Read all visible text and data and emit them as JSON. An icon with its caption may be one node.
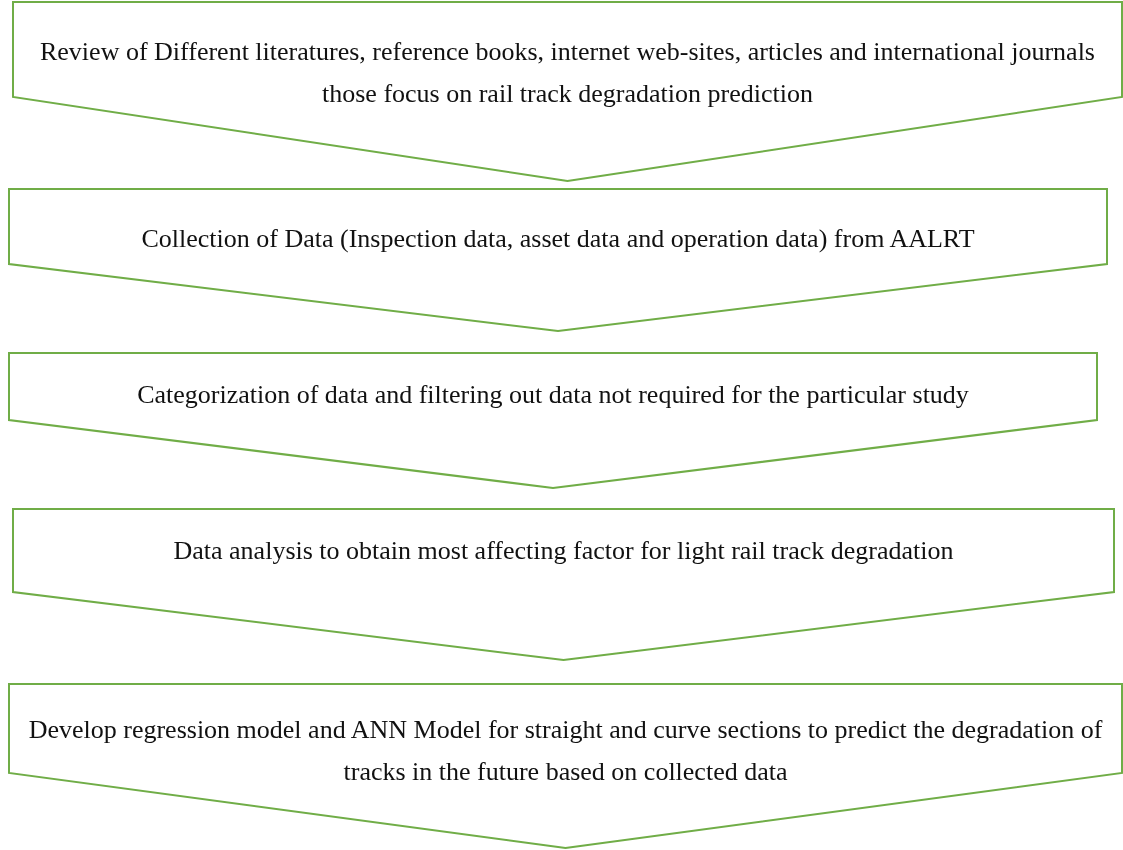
{
  "diagram": {
    "nodes": [
      {
        "text": [
          "Review of Different literatures, reference books, internet web-sites, articles and international journals those focus on rail track degradation prediction"
        ]
      },
      {
        "text": [
          "Collection of Data (Inspection data, asset data and operation data) from AALRT"
        ]
      },
      {
        "text": [
          "Categorization of data and filtering out data not required for the particular study"
        ]
      },
      {
        "text": [
          "Data analysis to obtain most affecting factor for light rail track degradation"
        ]
      },
      {
        "text": [
          "Develop regression model and ANN Model for straight and curve sections to predict the degradation of tracks in the future based on collected data"
        ]
      }
    ]
  }
}
